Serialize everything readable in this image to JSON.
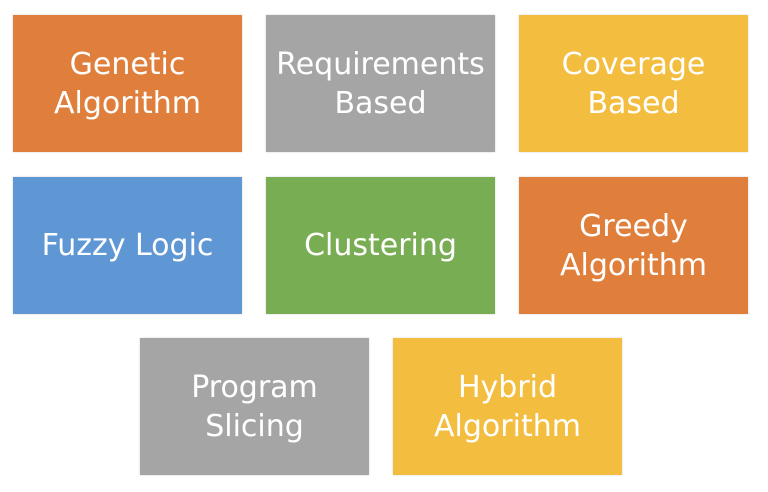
{
  "tiles": [
    {
      "label": "Genetic\nAlgorithm",
      "color": "#e07f3b"
    },
    {
      "label": "Requirements\nBased",
      "color": "#a5a5a5"
    },
    {
      "label": "Coverage\nBased",
      "color": "#f3be3f"
    },
    {
      "label": "Fuzzy Logic",
      "color": "#5f97d5"
    },
    {
      "label": "Clustering",
      "color": "#79ad53"
    },
    {
      "label": "Greedy\nAlgorithm",
      "color": "#e07f3b"
    },
    {
      "label": "Program\nSlicing",
      "color": "#a5a5a5"
    },
    {
      "label": "Hybrid\nAlgorithm",
      "color": "#f3be3f"
    }
  ]
}
